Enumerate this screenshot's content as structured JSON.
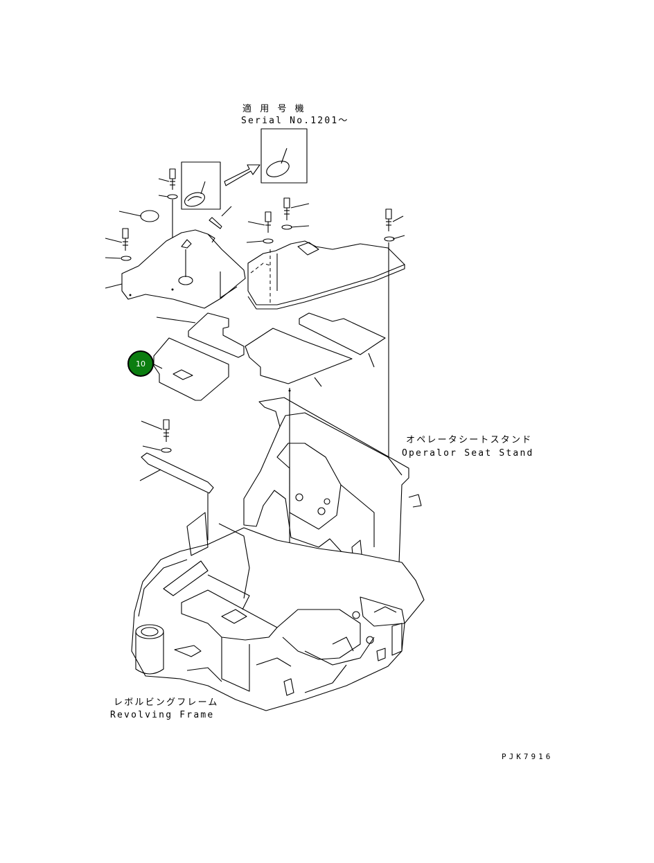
{
  "labels": {
    "serial_jp": "適 用 号 機",
    "serial_en": "Serial No.1201〜",
    "seat_stand_jp": "オペレータシートスタンド",
    "seat_stand_en": "Operalor Seat Stand",
    "frame_jp": "レボルビングフレーム",
    "frame_en": "Revolving Frame",
    "drawing_code": "PJK7916"
  },
  "callouts": [
    {
      "number": "10",
      "color": "#0b7d10"
    }
  ]
}
